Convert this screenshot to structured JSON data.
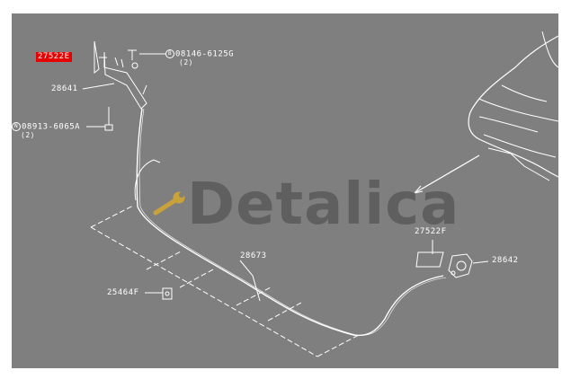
{
  "diagram": {
    "highlighted_part": "27522E",
    "labels": {
      "p27522E": "27522E",
      "p08146": "08146-6125G",
      "p08146_qty": "(2)",
      "p08146_prefix": "B",
      "p28641": "28641",
      "p08913": "08913-6065A",
      "p08913_qty": "(2)",
      "p08913_prefix": "N",
      "p28673": "28673",
      "p25464": "25464F",
      "p27522F": "27522F",
      "p28642": "28642"
    },
    "watermark": "Detalica",
    "colors": {
      "background": "#7f7f7f",
      "line": "#ffffff",
      "highlight": "#e60000",
      "watermark": "#5a5a5a",
      "wrench": "#c9a23a"
    }
  }
}
